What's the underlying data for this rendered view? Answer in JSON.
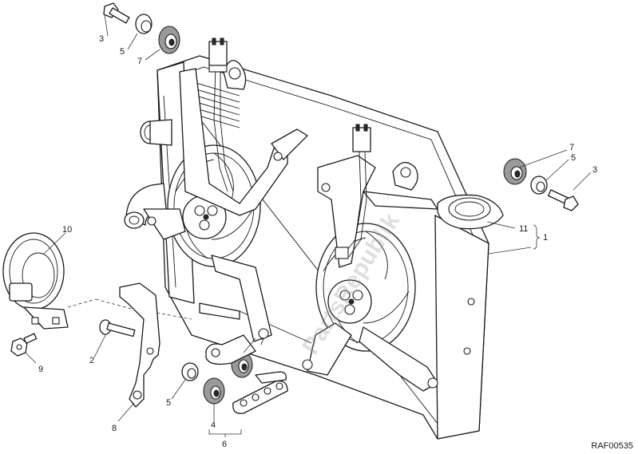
{
  "diagram": {
    "callouts": {
      "c1": "1",
      "c2": "2",
      "c3a": "3",
      "c3b": "3",
      "c4": "4",
      "c5a": "5",
      "c5b": "5",
      "c5c": "5",
      "c6": "6",
      "c7a": "7",
      "c7b": "7",
      "c7c": "7",
      "c8": "8",
      "c9": "9",
      "c10": "10",
      "c11": "11"
    },
    "watermark": "PartsRepublik",
    "drawing_code": "RAF00535"
  }
}
